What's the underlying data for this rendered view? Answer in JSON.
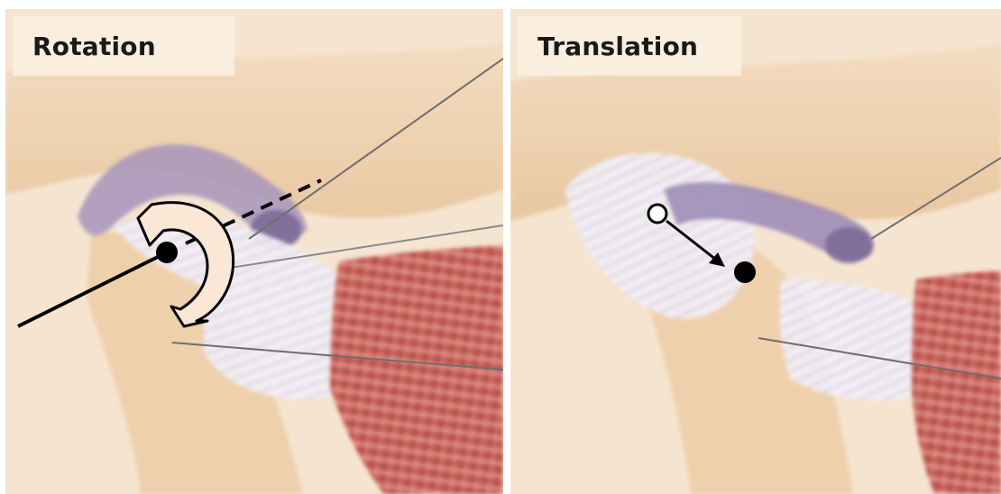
{
  "panels": [
    {
      "label": "Rotation"
    },
    {
      "label": "Translation"
    }
  ],
  "colors": {
    "skin_background": "#f4e3cf",
    "bone": "#f0d5b2",
    "ligament_purple": "#8b7aa3",
    "ligament_white": "#f1eef2",
    "muscle_red": "#c8584f",
    "arrow_fill": "#fae7d6",
    "marker_black": "#000000",
    "pointer_line": "#777777"
  },
  "icons": {
    "rotation_marker": "curved-rotation-arrow",
    "translation_marker": "straight-translation-arrow"
  }
}
